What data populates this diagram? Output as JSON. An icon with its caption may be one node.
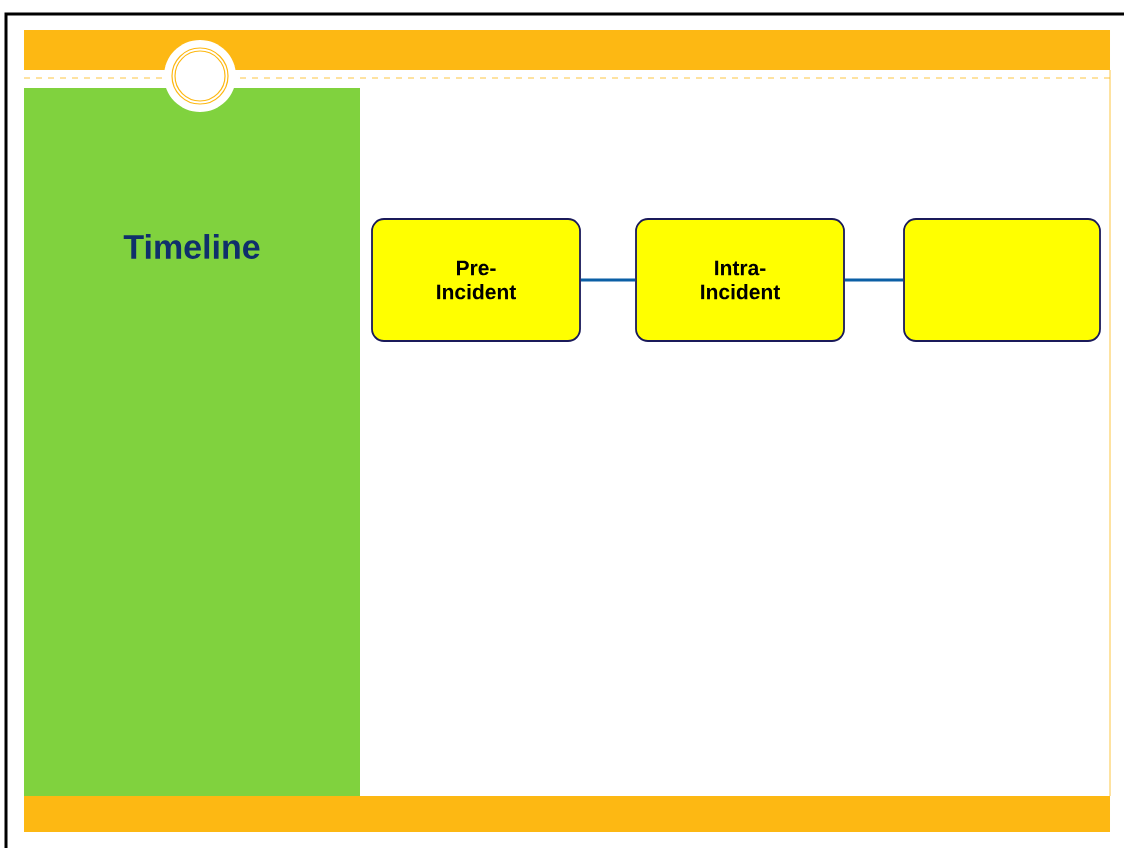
{
  "diagram": {
    "nodes": [
      {
        "text": [
          "Timeline"
        ]
      },
      {
        "text": [
          "Pre-Incident"
        ]
      },
      {
        "text": [
          "Intra-Incident"
        ]
      },
      {
        "text": [],
        "shape": "box"
      }
    ],
    "edges": [
      {
        "from": 1,
        "to": 2,
        "arrow": "none"
      },
      {
        "from": 2,
        "to": 3,
        "arrow": "none"
      }
    ]
  }
}
